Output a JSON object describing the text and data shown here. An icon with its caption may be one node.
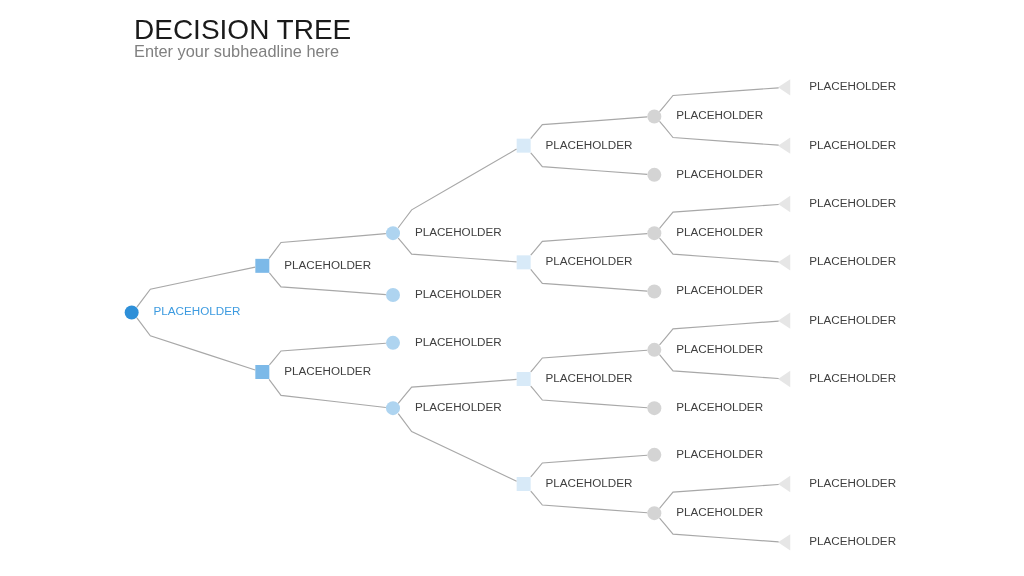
{
  "diagram": {
    "title": "DECISION TREE",
    "nodes": [
      {
        "text": [],
        "shape": "circle",
        "beside": [
          "PLACEHOLDER"
        ]
      },
      {
        "text": [],
        "shape": "box",
        "beside": [
          "PLACEHOLDER"
        ]
      },
      {
        "text": [],
        "shape": "circle",
        "beside": [
          "PLACEHOLDER"
        ]
      },
      {
        "text": [],
        "shape": "box",
        "beside": [
          "PLACEHOLDER"
        ]
      },
      {
        "text": [],
        "shape": "circle",
        "beside": [
          "PLACEHOLDER"
        ]
      },
      {
        "text": [],
        "shape": "triangle",
        "beside": [
          "PLACEHOLDER"
        ]
      },
      {
        "text": [],
        "shape": "triangle",
        "beside": [
          "PLACEHOLDER"
        ]
      },
      {
        "text": [],
        "shape": "circle",
        "beside": [
          "PLACEHOLDER"
        ]
      },
      {
        "text": [],
        "shape": "box",
        "beside": [
          "PLACEHOLDER"
        ]
      },
      {
        "text": [],
        "shape": "circle",
        "beside": [
          "PLACEHOLDER"
        ]
      },
      {
        "text": [],
        "shape": "triangle",
        "beside": [
          "PLACEHOLDER"
        ]
      },
      {
        "text": [],
        "shape": "triangle",
        "beside": [
          "PLACEHOLDER"
        ]
      },
      {
        "text": [],
        "shape": "circle",
        "beside": [
          "PLACEHOLDER"
        ]
      },
      {
        "text": [],
        "shape": "circle",
        "beside": [
          "PLACEHOLDER"
        ]
      },
      {
        "text": [],
        "shape": "box",
        "beside": [
          "PLACEHOLDER"
        ]
      },
      {
        "text": [],
        "shape": "circle",
        "beside": [
          "PLACEHOLDER"
        ]
      },
      {
        "text": [],
        "shape": "circle",
        "beside": [
          "PLACEHOLDER"
        ]
      },
      {
        "text": [],
        "shape": "box",
        "beside": [
          "PLACEHOLDER"
        ]
      },
      {
        "text": [],
        "shape": "circle",
        "beside": [
          "PLACEHOLDER"
        ]
      },
      {
        "text": [],
        "shape": "triangle",
        "beside": [
          "PLACEHOLDER"
        ]
      },
      {
        "text": [],
        "shape": "triangle",
        "beside": [
          "PLACEHOLDER"
        ]
      },
      {
        "text": [],
        "shape": "circle",
        "beside": [
          "PLACEHOLDER"
        ]
      },
      {
        "text": [],
        "shape": "box",
        "beside": [
          "PLACEHOLDER"
        ]
      },
      {
        "text": [],
        "shape": "circle",
        "beside": [
          "PLACEHOLDER"
        ]
      },
      {
        "text": [],
        "shape": "circle",
        "beside": [
          "PLACEHOLDER"
        ]
      },
      {
        "text": [],
        "shape": "triangle",
        "beside": [
          "PLACEHOLDER"
        ]
      },
      {
        "text": [],
        "shape": "triangle",
        "beside": [
          "PLACEHOLDER"
        ]
      }
    ],
    "edges": [
      {
        "from": 0,
        "to": 1,
        "arrow": "none"
      },
      {
        "from": 0,
        "to": 14,
        "arrow": "none"
      },
      {
        "from": 1,
        "to": 2,
        "arrow": "none"
      },
      {
        "from": 1,
        "to": 13,
        "arrow": "none"
      },
      {
        "from": 2,
        "to": 3,
        "arrow": "none"
      },
      {
        "from": 2,
        "to": 8,
        "arrow": "none"
      },
      {
        "from": 3,
        "to": 4,
        "arrow": "none"
      },
      {
        "from": 3,
        "to": 7,
        "arrow": "none"
      },
      {
        "from": 4,
        "to": 5,
        "arrow": "none"
      },
      {
        "from": 4,
        "to": 6,
        "arrow": "none"
      },
      {
        "from": 8,
        "to": 9,
        "arrow": "none"
      },
      {
        "from": 8,
        "to": 12,
        "arrow": "none"
      },
      {
        "from": 9,
        "to": 10,
        "arrow": "none"
      },
      {
        "from": 9,
        "to": 11,
        "arrow": "none"
      },
      {
        "from": 14,
        "to": 15,
        "arrow": "none"
      },
      {
        "from": 14,
        "to": 16,
        "arrow": "none"
      },
      {
        "from": 16,
        "to": 17,
        "arrow": "none"
      },
      {
        "from": 16,
        "to": 22,
        "arrow": "none"
      },
      {
        "from": 17,
        "to": 18,
        "arrow": "none"
      },
      {
        "from": 17,
        "to": 21,
        "arrow": "none"
      },
      {
        "from": 18,
        "to": 19,
        "arrow": "none"
      },
      {
        "from": 18,
        "to": 20,
        "arrow": "none"
      },
      {
        "from": 22,
        "to": 23,
        "arrow": "none"
      },
      {
        "from": 22,
        "to": 24,
        "arrow": "none"
      },
      {
        "from": 24,
        "to": 25,
        "arrow": "none"
      },
      {
        "from": 24,
        "to": 26,
        "arrow": "none"
      }
    ],
    "labels": [
      "Enter your subheadline here"
    ]
  }
}
